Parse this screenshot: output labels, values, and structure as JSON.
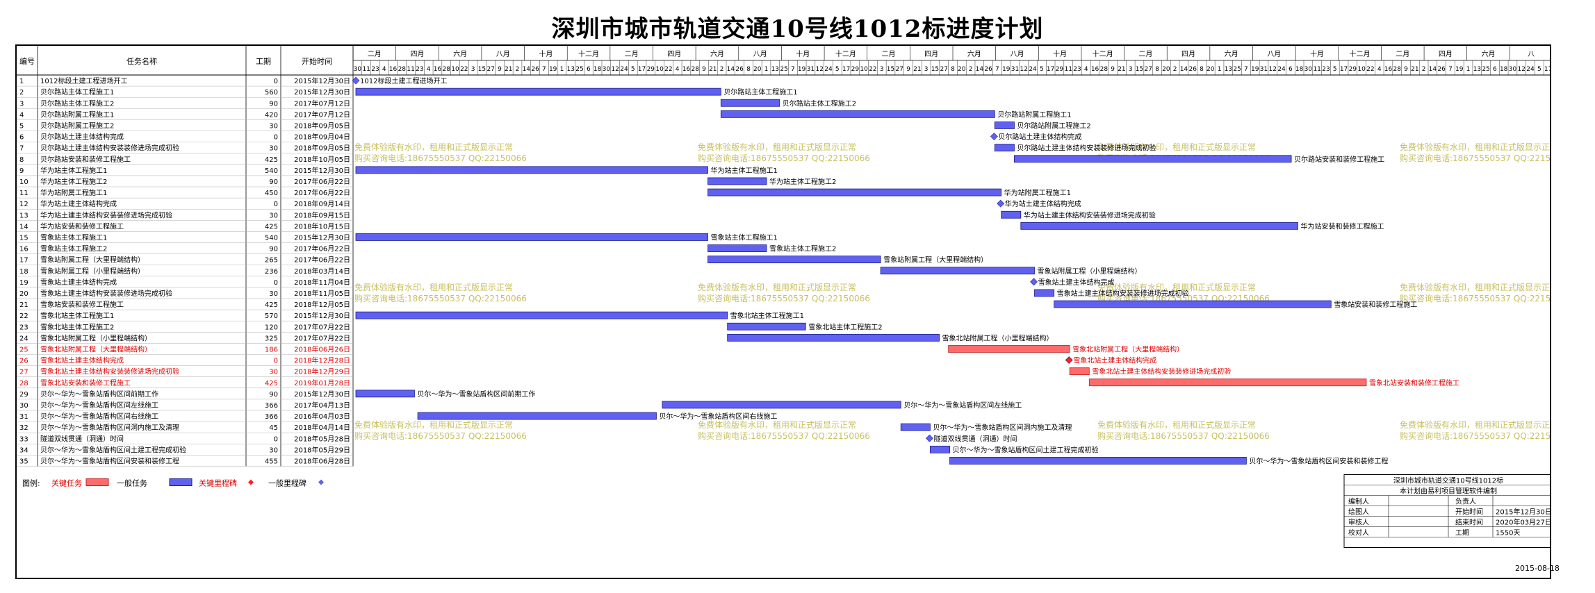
{
  "title": "深圳市城市轨道交通10号线1012标进度计划",
  "columns": {
    "no": "编号",
    "name": "任务名称",
    "duration": "工期",
    "start": "开始时间"
  },
  "timeline_months": [
    "二月",
    "四月",
    "六月",
    "八月",
    "十月",
    "十二月",
    "二月",
    "四月",
    "六月",
    "八月",
    "十月",
    "十二月",
    "二月",
    "四月",
    "六月",
    "八月",
    "十月",
    "十二月",
    "二月",
    "四月",
    "六月",
    "八月",
    "十月",
    "十二月",
    "二月",
    "四月",
    "六月",
    "八"
  ],
  "timeline_days": "30|11|23|4|16|28|11|23|4|16|28|10|22|3|15|27|9|21|2|14|26|7|19|1|13|25|6|18|30|12|24|5|17|29|10|22|4|16|28|9|21|2|14|26|8|20|1|13|25|7|19|31|12|24|5|17|29|10|22|3|15|27|9|21|3|15|27|8|20|2|14|26|7|19|31|12|24|5|17|29|11|23|4|16|28|9|21|3|15|27|8|20|2|14|26|8|20|1|13|25|7|19|31|12|24|6|18|30|11|23|5|17|29|10|22|4|16|28|9|21|2|14|26|7|19|1|13|25|6|18|30|12|24|5|17",
  "tasks": [
    {
      "no": "1",
      "name": "1012标段土建工程进场开工",
      "dur": "0",
      "start": "2015年12月30日",
      "s": 0,
      "e": 0,
      "type": "ms",
      "label": "1012标段土建工程进场开工"
    },
    {
      "no": "2",
      "name": "贝尔路站主体工程施工1",
      "dur": "560",
      "start": "2015年12月30日",
      "s": 0,
      "e": 560,
      "type": "normal",
      "label": "贝尔路站主体工程施工1"
    },
    {
      "no": "3",
      "name": "贝尔路站主体工程施工2",
      "dur": "90",
      "start": "2017年07月12日",
      "s": 560,
      "e": 650,
      "type": "normal",
      "label": "贝尔路站主体工程施工2"
    },
    {
      "no": "4",
      "name": "贝尔路站附属工程施工1",
      "dur": "420",
      "start": "2017年07月12日",
      "s": 560,
      "e": 980,
      "type": "normal",
      "label": "贝尔路站附属工程施工1"
    },
    {
      "no": "5",
      "name": "贝尔路站附属工程施工2",
      "dur": "30",
      "start": "2018年09月05日",
      "s": 980,
      "e": 1010,
      "type": "normal",
      "label": "贝尔路站附属工程施工2"
    },
    {
      "no": "6",
      "name": "贝尔路站土建主体结构完成",
      "dur": "0",
      "start": "2018年09月04日",
      "s": 979,
      "e": 979,
      "type": "ms",
      "label": "贝尔路站土建主体结构完成"
    },
    {
      "no": "7",
      "name": "贝尔路站土建主体结构安装装修进场完成初验",
      "dur": "30",
      "start": "2018年09月05日",
      "s": 980,
      "e": 1010,
      "type": "normal",
      "label": "贝尔路站土建主体结构安装装修进场完成初验"
    },
    {
      "no": "8",
      "name": "贝尔路站安装和装修工程施工",
      "dur": "425",
      "start": "2018年10月05日",
      "s": 1010,
      "e": 1435,
      "type": "normal",
      "label": "贝尔路站安装和装修工程施工"
    },
    {
      "no": "9",
      "name": "华为站主体工程施工1",
      "dur": "540",
      "start": "2015年12月30日",
      "s": 0,
      "e": 540,
      "type": "normal",
      "label": "华为站主体工程施工1"
    },
    {
      "no": "10",
      "name": "华为站主体工程施工2",
      "dur": "90",
      "start": "2017年06月22日",
      "s": 540,
      "e": 630,
      "type": "normal",
      "label": "华为站主体工程施工2"
    },
    {
      "no": "11",
      "name": "华为站附属工程施工1",
      "dur": "450",
      "start": "2017年06月22日",
      "s": 540,
      "e": 990,
      "type": "normal",
      "label": "华为站附属工程施工1"
    },
    {
      "no": "12",
      "name": "华为站土建主体结构完成",
      "dur": "0",
      "start": "2018年09月14日",
      "s": 989,
      "e": 989,
      "type": "ms",
      "label": "华为站土建主体结构完成"
    },
    {
      "no": "13",
      "name": "华为站土建主体结构安装装修进场完成初验",
      "dur": "30",
      "start": "2018年09月15日",
      "s": 990,
      "e": 1020,
      "type": "normal",
      "label": "华为站土建主体结构安装装修进场完成初验"
    },
    {
      "no": "14",
      "name": "华为站安装和装修工程施工",
      "dur": "425",
      "start": "2018年10月15日",
      "s": 1020,
      "e": 1445,
      "type": "normal",
      "label": "华为站安装和装修工程施工"
    },
    {
      "no": "15",
      "name": "雪象站主体工程施工1",
      "dur": "540",
      "start": "2015年12月30日",
      "s": 0,
      "e": 540,
      "type": "normal",
      "label": "雪象站主体工程施工1"
    },
    {
      "no": "16",
      "name": "雪象站主体工程施工2",
      "dur": "90",
      "start": "2017年06月22日",
      "s": 540,
      "e": 630,
      "type": "normal",
      "label": "雪象站主体工程施工2"
    },
    {
      "no": "17",
      "name": "雪象站附属工程（大里程端结构）",
      "dur": "265",
      "start": "2017年06月22日",
      "s": 540,
      "e": 805,
      "type": "normal",
      "label": "雪象站附属工程（大里程端结构）"
    },
    {
      "no": "18",
      "name": "雪象站附属工程（小里程端结构）",
      "dur": "236",
      "start": "2018年03月14日",
      "s": 805,
      "e": 1041,
      "type": "normal",
      "label": "雪象站附属工程（小里程端结构）"
    },
    {
      "no": "19",
      "name": "雪象站土建主体结构完成",
      "dur": "0",
      "start": "2018年11月04日",
      "s": 1040,
      "e": 1040,
      "type": "ms",
      "label": "雪象站土建主体结构完成"
    },
    {
      "no": "20",
      "name": "雪象站土建主体结构安装装修进场完成初验",
      "dur": "30",
      "start": "2018年11月05日",
      "s": 1041,
      "e": 1071,
      "type": "normal",
      "label": "雪象站土建主体结构安装装修进场完成初验"
    },
    {
      "no": "21",
      "name": "雪象站安装和装修工程施工",
      "dur": "425",
      "start": "2018年12月05日",
      "s": 1071,
      "e": 1496,
      "type": "normal",
      "label": "雪象站安装和装修工程施工"
    },
    {
      "no": "22",
      "name": "雪象北站主体工程施工1",
      "dur": "570",
      "start": "2015年12月30日",
      "s": 0,
      "e": 570,
      "type": "normal",
      "label": "雪象北站主体工程施工1"
    },
    {
      "no": "23",
      "name": "雪象北站主体工程施工2",
      "dur": "120",
      "start": "2017年07月22日",
      "s": 570,
      "e": 690,
      "type": "normal",
      "label": "雪象北站主体工程施工2"
    },
    {
      "no": "24",
      "name": "雪象北站附属工程（小里程端结构）",
      "dur": "325",
      "start": "2017年07月22日",
      "s": 570,
      "e": 895,
      "type": "normal",
      "label": "雪象北站附属工程（小里程端结构）"
    },
    {
      "no": "25",
      "name": "雪象北站附属工程（大里程端结构）",
      "dur": "186",
      "start": "2018年06月26日",
      "s": 909,
      "e": 1095,
      "type": "crit",
      "label": "雪象北站附属工程（大里程端结构）"
    },
    {
      "no": "26",
      "name": "雪象北站土建主体结构完成",
      "dur": "0",
      "start": "2018年12月28日",
      "s": 1094,
      "e": 1094,
      "type": "critms",
      "label": "雪象北站土建主体结构完成"
    },
    {
      "no": "27",
      "name": "雪象北站土建主体结构安装装修进场完成初验",
      "dur": "30",
      "start": "2018年12月29日",
      "s": 1095,
      "e": 1125,
      "type": "crit",
      "label": "雪象北站土建主体结构安装装修进场完成初验"
    },
    {
      "no": "28",
      "name": "雪象北站安装和装修工程施工",
      "dur": "425",
      "start": "2019年01月28日",
      "s": 1125,
      "e": 1550,
      "type": "crit",
      "label": "雪象北站安装和装修工程施工"
    },
    {
      "no": "29",
      "name": "贝尔～华为～雪象站盾构区间前期工作",
      "dur": "90",
      "start": "2015年12月30日",
      "s": 0,
      "e": 90,
      "type": "normal",
      "label": "贝尔～华为～雪象站盾构区间前期工作"
    },
    {
      "no": "30",
      "name": "贝尔～华为～雪象站盾构区间左线施工",
      "dur": "366",
      "start": "2017年04月13日",
      "s": 470,
      "e": 836,
      "type": "normal",
      "label": "贝尔～华为～雪象站盾构区间左线施工"
    },
    {
      "no": "31",
      "name": "贝尔～华为～雪象站盾构区间右线施工",
      "dur": "366",
      "start": "2016年04月03日",
      "s": 95,
      "e": 461,
      "type": "normal",
      "label": "贝尔～华为～雪象站盾构区间右线施工"
    },
    {
      "no": "32",
      "name": "贝尔～华为～雪象站盾构区间洞内施工及清理",
      "dur": "45",
      "start": "2018年04月14日",
      "s": 836,
      "e": 881,
      "type": "normal",
      "label": "贝尔～华为～雪象站盾构区间洞内施工及清理"
    },
    {
      "no": "33",
      "name": "隧道双线贯通（洞通）时间",
      "dur": "0",
      "start": "2018年05月28日",
      "s": 880,
      "e": 880,
      "type": "ms",
      "label": "隧道双线贯通（洞通）时间"
    },
    {
      "no": "34",
      "name": "贝尔～华为～雪象站盾构区间土建工程完成初验",
      "dur": "30",
      "start": "2018年05月29日",
      "s": 881,
      "e": 911,
      "type": "normal",
      "label": "贝尔～华为～雪象站盾构区间土建工程完成初验"
    },
    {
      "no": "35",
      "name": "贝尔～华为～雪象站盾构区间安装和装修工程",
      "dur": "455",
      "start": "2018年06月28日",
      "s": 911,
      "e": 1366,
      "type": "normal",
      "label": "贝尔～华为～雪象站盾构区间安装和装修工程"
    }
  ],
  "watermark": {
    "line1": "免费体验版有水印，租用和正式版显示正常",
    "line2": "购买咨询电话:18675550537 QQ:22150066"
  },
  "legend": {
    "title": "图例:",
    "crit_task": "关键任务",
    "normal_task": "一般任务",
    "crit_ms": "关键里程碑",
    "normal_ms": "一般里程碑"
  },
  "info": {
    "project": "深圳市城市轨道交通10号线1012标",
    "software": "本计划由易利项目管理软件编制",
    "r1a": "编制人",
    "r1b": "负责人",
    "r2a": "绘图人",
    "r2b": "开始时间",
    "r2c": "2015年12月30日",
    "r3a": "审核人",
    "r3b": "结束时间",
    "r3c": "2020年03月27日",
    "r4a": "校对人",
    "r4b": "工期",
    "r4c": "1550天"
  },
  "footer_date": "2015-08-18",
  "colors": {
    "normal": "#6161f1",
    "critical": "#ff6b6b",
    "grid": "#b0b0b0",
    "watermark": "#c8c060"
  }
}
